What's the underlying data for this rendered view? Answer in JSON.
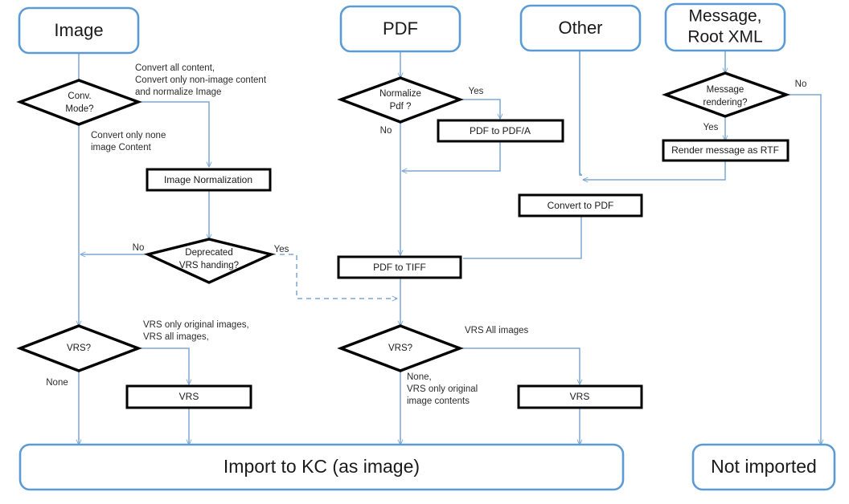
{
  "diagram": {
    "title": "Document conversion / import decision flowchart",
    "colors": {
      "terminator_stroke": "#5b9bd5",
      "process_stroke": "#000000",
      "decision_stroke": "#000000",
      "connector": "#7ba7d4",
      "background": "#ffffff",
      "text": "#1a1a1a"
    },
    "terminators": {
      "image": "Image",
      "pdf": "PDF",
      "other": "Other",
      "message_line1": "Message,",
      "message_line2": "Root XML",
      "import_kc": "Import to KC (as image)",
      "not_imported": "Not imported"
    },
    "decisions": {
      "conv_mode_line1": "Conv.",
      "conv_mode_line2": "Mode?",
      "normalize_pdf_line1": "Normalize",
      "normalize_pdf_line2": "Pdf ?",
      "message_rendering_line1": "Message",
      "message_rendering_line2": "rendering?",
      "deprecated_vrs_line1": "Deprecated",
      "deprecated_vrs_line2": "VRS handing?",
      "vrs_left": "VRS?",
      "vrs_center": "VRS?"
    },
    "processes": {
      "image_normalization": "Image Normalization",
      "pdf_to_pdfa": "PDF to PDF/A",
      "pdf_to_tiff": "PDF to TIFF",
      "render_message_rtf": "Render message as RTF",
      "convert_to_pdf": "Convert to PDF",
      "vrs_left": "VRS",
      "vrs_center": "VRS"
    },
    "edge_labels": {
      "conv_all_line1": "Convert all content,",
      "conv_all_line2": "Convert only non-image content",
      "conv_all_line3": "and normalize Image",
      "conv_none_line1": "Convert only none",
      "conv_none_line2": "image Content",
      "normalize_yes": "Yes",
      "normalize_no": "No",
      "message_no": "No",
      "message_yes": "Yes",
      "deprecated_no": "No",
      "deprecated_yes": "Yes",
      "vrs_left_branch_line1": "VRS only original images,",
      "vrs_left_branch_line2": "VRS all images,",
      "vrs_left_none": "None",
      "vrs_center_all": "VRS All images",
      "vrs_center_none_line1": "None,",
      "vrs_center_none_line2": "VRS only original",
      "vrs_center_none_line3": "image contents"
    }
  }
}
